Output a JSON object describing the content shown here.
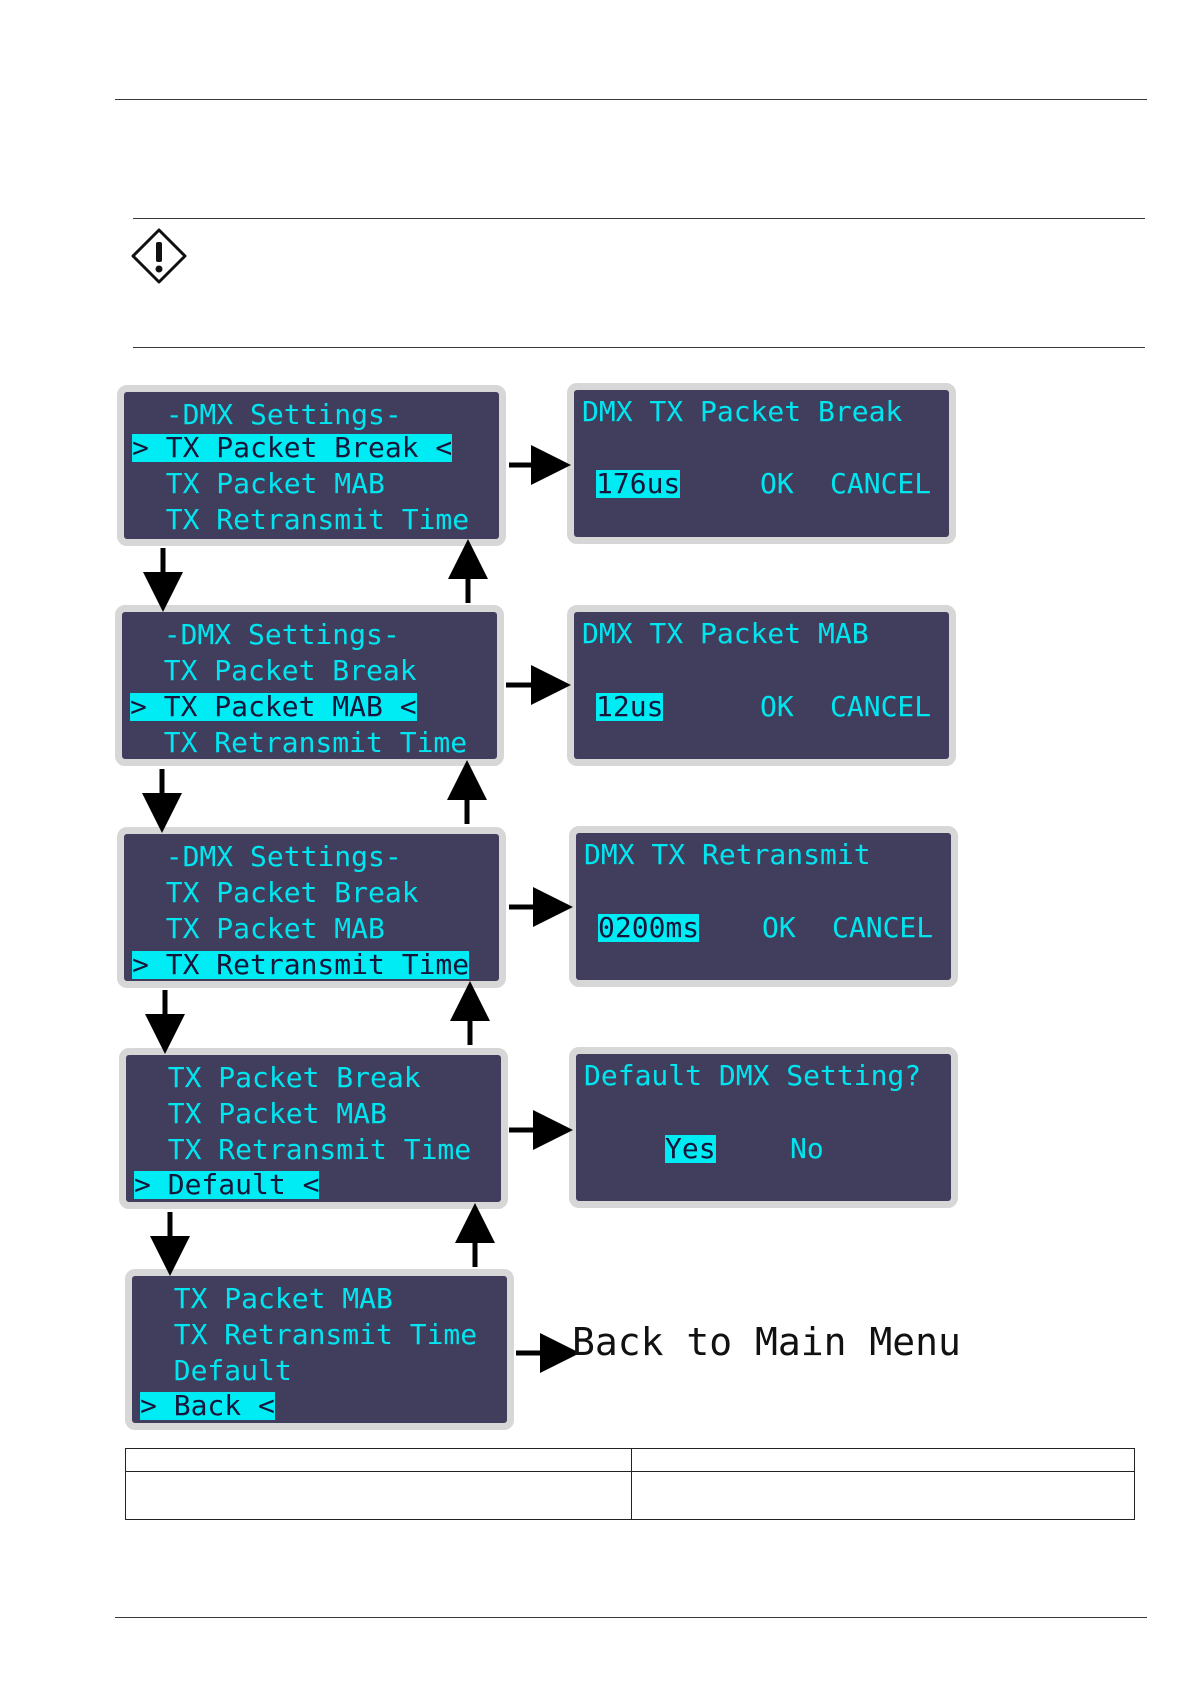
{
  "warning_icon": "warning-exclamation-icon",
  "colors": {
    "screen": "#413e5d",
    "text": "#00e6f0",
    "highlight": "#00ecf4",
    "bezel": "#d7d7d7"
  },
  "menus": [
    {
      "lines": [
        "  -DMX Settings-",
        "> TX Packet Break <",
        "  TX Packet MAB",
        "  TX Retransmit Time"
      ],
      "selected": 1
    },
    {
      "lines": [
        "  -DMX Settings-",
        "  TX Packet Break",
        "> TX Packet MAB <",
        "  TX Retransmit Time"
      ],
      "selected": 2
    },
    {
      "lines": [
        "  -DMX Settings-",
        "  TX Packet Break",
        "  TX Packet MAB",
        "> TX Retransmit Time"
      ],
      "selected": 3
    },
    {
      "lines": [
        "  TX Packet Break",
        "  TX Packet MAB",
        "  TX Retransmit Time",
        "> Default <"
      ],
      "selected": 3
    },
    {
      "lines": [
        "  TX Packet MAB",
        "  TX Retransmit Time",
        "  Default",
        "> Back <"
      ],
      "selected": 3
    }
  ],
  "dialogs": [
    {
      "title": "DMX TX Packet Break",
      "value": "176us",
      "ok": "OK",
      "cancel": "CANCEL"
    },
    {
      "title": "DMX TX Packet MAB",
      "value": "12us",
      "ok": "OK",
      "cancel": "CANCEL"
    },
    {
      "title": "DMX TX Retransmit",
      "value": "0200ms",
      "ok": "OK",
      "cancel": "CANCEL"
    },
    {
      "title": "Default DMX Setting?",
      "yes": "Yes",
      "no": "No"
    }
  ],
  "back_label": "Back to Main Menu"
}
